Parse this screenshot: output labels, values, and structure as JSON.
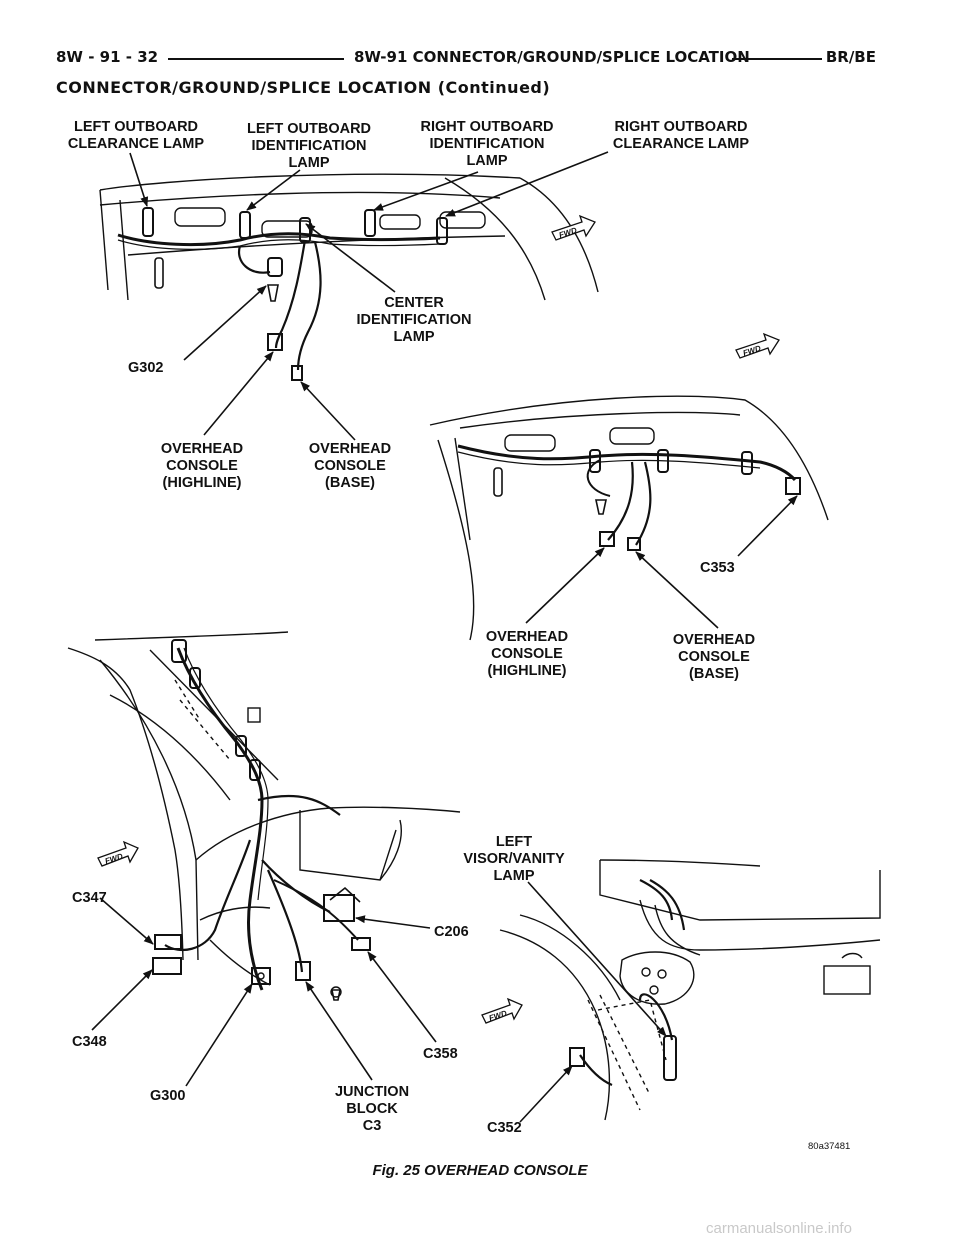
{
  "header": {
    "page_number": "8W - 91 - 32",
    "section_title": "8W-91 CONNECTOR/GROUND/SPLICE LOCATION",
    "model": "BR/BE"
  },
  "subheading": "CONNECTOR/GROUND/SPLICE LOCATION (Continued)",
  "labels": {
    "left_outboard_clearance": [
      "LEFT OUTBOARD",
      "CLEARANCE LAMP"
    ],
    "left_outboard_identification": [
      "LEFT OUTBOARD",
      "IDENTIFICATION",
      "LAMP"
    ],
    "right_outboard_identification": [
      "RIGHT OUTBOARD",
      "IDENTIFICATION",
      "LAMP"
    ],
    "right_outboard_clearance": [
      "RIGHT OUTBOARD",
      "CLEARANCE  LAMP"
    ],
    "center_identification": [
      "CENTER",
      "IDENTIFICATION",
      "LAMP"
    ],
    "g302": "G302",
    "overhead_console_highline_1": [
      "OVERHEAD",
      "CONSOLE",
      "(HIGHLINE)"
    ],
    "overhead_console_base_1": [
      "OVERHEAD",
      "CONSOLE",
      "(BASE)"
    ],
    "c353": "C353",
    "overhead_console_highline_2": [
      "OVERHEAD",
      "CONSOLE",
      "(HIGHLINE)"
    ],
    "overhead_console_base_2": [
      "OVERHEAD",
      "CONSOLE",
      "(BASE)"
    ],
    "left_visor_vanity": [
      "LEFT",
      "VISOR/VANITY",
      "LAMP"
    ],
    "c347": "C347",
    "c206": "C206",
    "c348": "C348",
    "c358": "C358",
    "g300": "G300",
    "junction_block": [
      "JUNCTION",
      "BLOCK",
      "C3"
    ],
    "c352": "C352",
    "fwd": "FWD"
  },
  "figure_code": "80a37481",
  "caption": "Fig. 25 OVERHEAD CONSOLE",
  "watermark": "carmanualsonline.info"
}
